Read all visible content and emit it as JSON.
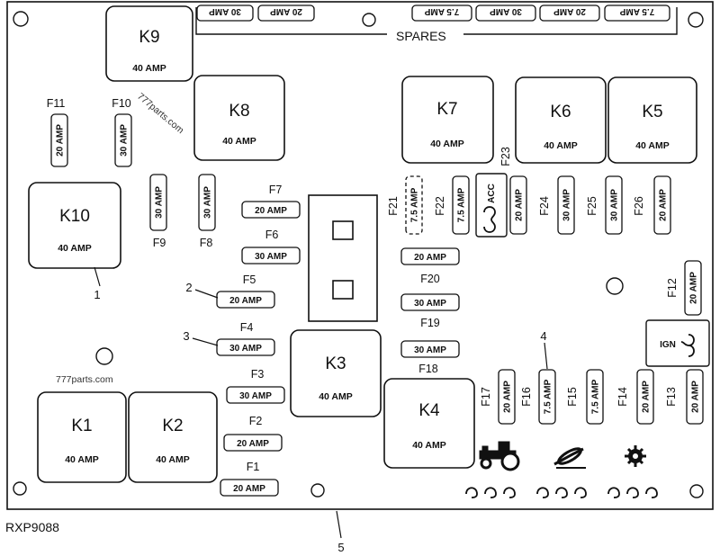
{
  "drawing_id": "RXP9088",
  "spares_label": "SPARES",
  "watermark": "777parts.com",
  "relays": [
    {
      "id": "k9",
      "name": "K9",
      "amp": "40 AMP"
    },
    {
      "id": "k8",
      "name": "K8",
      "amp": "40 AMP"
    },
    {
      "id": "k7",
      "name": "K7",
      "amp": "40 AMP"
    },
    {
      "id": "k6",
      "name": "K6",
      "amp": "40 AMP"
    },
    {
      "id": "k5",
      "name": "K5",
      "amp": "40 AMP"
    },
    {
      "id": "k10",
      "name": "K10",
      "amp": "40 AMP"
    },
    {
      "id": "k3",
      "name": "K3",
      "amp": "40 AMP"
    },
    {
      "id": "k4",
      "name": "K4",
      "amp": "40 AMP"
    },
    {
      "id": "k1",
      "name": "K1",
      "amp": "40 AMP"
    },
    {
      "id": "k2",
      "name": "K2",
      "amp": "40 AMP"
    }
  ],
  "spare_fuses": [
    "30 AMP",
    "20 AMP",
    "7.5 AMP",
    "30 AMP",
    "20 AMP",
    "7.5 AMP"
  ],
  "fuses": [
    {
      "id": "f11",
      "label": "F11",
      "amp": "20 AMP"
    },
    {
      "id": "f10",
      "label": "F10",
      "amp": "30 AMP"
    },
    {
      "id": "f9",
      "label": "F9",
      "amp": "30 AMP"
    },
    {
      "id": "f8",
      "label": "F8",
      "amp": "30 AMP"
    },
    {
      "id": "f7",
      "label": "F7",
      "amp": "20 AMP"
    },
    {
      "id": "f6",
      "label": "F6",
      "amp": "30 AMP"
    },
    {
      "id": "f5",
      "label": "F5",
      "amp": "20 AMP"
    },
    {
      "id": "f4",
      "label": "F4",
      "amp": "30 AMP"
    },
    {
      "id": "f3",
      "label": "F3",
      "amp": "30 AMP"
    },
    {
      "id": "f2",
      "label": "F2",
      "amp": "20 AMP"
    },
    {
      "id": "f1",
      "label": "F1",
      "amp": "20 AMP"
    },
    {
      "id": "f20",
      "label": "F20",
      "amp": "20 AMP"
    },
    {
      "id": "f19",
      "label": "F19",
      "amp": "30 AMP"
    },
    {
      "id": "f18",
      "label": "F18",
      "amp": "30 AMP"
    },
    {
      "id": "f21",
      "label": "F21",
      "amp": "7.5 AMP"
    },
    {
      "id": "f22",
      "label": "F22",
      "amp": "7.5 AMP"
    },
    {
      "id": "f23",
      "label": "F23",
      "amp": "20 AMP"
    },
    {
      "id": "f24",
      "label": "F24",
      "amp": "30 AMP"
    },
    {
      "id": "f25",
      "label": "F25",
      "amp": "30 AMP"
    },
    {
      "id": "f26",
      "label": "F26",
      "amp": "20 AMP"
    },
    {
      "id": "f12",
      "label": "F12",
      "amp": "20 AMP"
    },
    {
      "id": "f17",
      "label": "F17",
      "amp": "20 AMP"
    },
    {
      "id": "f16",
      "label": "F16",
      "amp": "7.5 AMP"
    },
    {
      "id": "f15",
      "label": "F15",
      "amp": "7.5 AMP"
    },
    {
      "id": "f14",
      "label": "F14",
      "amp": "20 AMP"
    },
    {
      "id": "f13",
      "label": "F13",
      "amp": "20 AMP"
    }
  ],
  "switches": {
    "acc": "ACC",
    "ign": "IGN"
  },
  "callouts": [
    "1",
    "2",
    "3",
    "4",
    "5"
  ],
  "icons": [
    "tractor-icon",
    "implement-icon",
    "gear-icon",
    "terminal-clip-icon"
  ]
}
